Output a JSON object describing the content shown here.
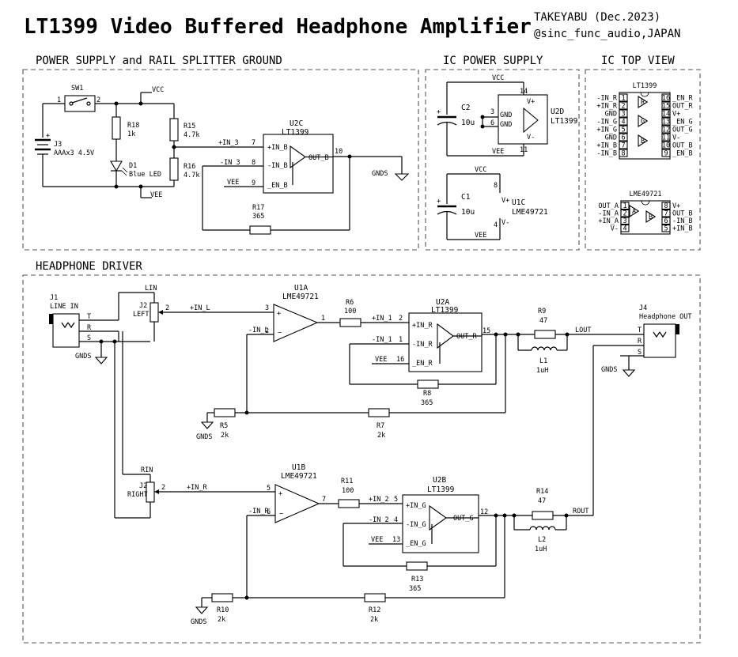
{
  "header": {
    "title": "LT1399 Video Buffered Headphone Amplifier",
    "author": "TAKEYABU  (Dec.2023)",
    "handle": "@sinc_func_audio,JAPAN"
  },
  "sections": {
    "power": "POWER SUPPLY and RAIL SPLITTER GROUND",
    "ic_power": "IC POWER SUPPLY",
    "ic_top": "IC TOP VIEW",
    "driver": "HEADPHONE DRIVER"
  },
  "nets": {
    "vcc": "VCC",
    "vee": "VEE",
    "gnds": "GNDS",
    "in_3": "+IN_3",
    "nin_3": "-IN_3",
    "vee_en": "VEE",
    "in_l": "+IN_L",
    "nin_l": "-IN_L",
    "in_r": "+IN_R",
    "nin_r": "-IN_R",
    "in_1": "+IN_1",
    "nin_1": "-IN_1",
    "in_2": "+IN_2",
    "nin_2": "-IN_2",
    "lout": "LOUT",
    "rout": "ROUT",
    "lin": "LIN",
    "rin": "RIN"
  },
  "pins": {
    "p1": "1",
    "p2": "2",
    "p3": "3",
    "p4": "4",
    "p5": "5",
    "p6": "6",
    "p7": "7",
    "p8": "8",
    "p9": "9",
    "p10": "10",
    "p11": "11",
    "p12": "12",
    "p13": "13",
    "p14": "14",
    "p15": "15",
    "p16": "16",
    "inb_p": "+IN_B",
    "inb_n": "-IN_B",
    "en_b": "_EN_B",
    "out_b": "OUT_B",
    "inr_p": "+IN_R",
    "inr_n": "-IN_R",
    "en_r": "_EN_R",
    "out_r": "OUT_R",
    "ing_p": "+IN_G",
    "ing_n": "-IN_G",
    "en_g": "_EN_G",
    "out_g": "OUT_G",
    "gnd": "GND",
    "vplus": "V+",
    "vminus": "V-",
    "plus": "+",
    "jt": "T",
    "jr": "R",
    "js": "S"
  },
  "parts": {
    "sw1": "SW1",
    "j3": "J3",
    "j3_val": "AAAx3 4.5V",
    "r18": "R18",
    "r18_val": "1k",
    "d1": "D1",
    "d1_val": "Blue LED",
    "r15": "R15",
    "r15_val": "4.7k",
    "r16": "R16",
    "r16_val": "4.7k",
    "u2c": "U2C",
    "u2c_val": "LT1399",
    "r17": "R17",
    "r17_val": "365",
    "c2": "C2",
    "c2_val": "10u",
    "u2d": "U2D",
    "u2d_val": "LT1399",
    "c1": "C1",
    "c1_val": "10u",
    "u1c": "U1C",
    "u1c_val": "LME49721",
    "j1": "J1",
    "j1_val": "LINE IN",
    "j2l": "J2",
    "j2l_val": "LEFT",
    "j2r": "J2",
    "j2r_val": "RIGHT",
    "u1a": "U1A",
    "u1a_val": "LME49721",
    "u1b": "U1B",
    "u1b_val": "LME49721",
    "r6": "R6",
    "r6_val": "100",
    "r11": "R11",
    "r11_val": "100",
    "u2a": "U2A",
    "u2a_val": "LT1399",
    "u2b": "U2B",
    "u2b_val": "LT1399",
    "r8": "R8",
    "r8_val": "365",
    "r13": "R13",
    "r13_val": "365",
    "r9": "R9",
    "r9_val": "47",
    "r14": "R14",
    "r14_val": "47",
    "l1": "L1",
    "l1_val": "1uH",
    "l2": "L2",
    "l2_val": "1uH",
    "r5": "R5",
    "r5_val": "2k",
    "r7": "R7",
    "r7_val": "2k",
    "r10": "R10",
    "r10_val": "2k",
    "r12": "R12",
    "r12_val": "2k",
    "j4": "J4",
    "j4_val": "Headphone OUT"
  },
  "top_view": {
    "lt1399": {
      "name": "LT1399",
      "left": [
        "-IN_R",
        "+IN_R",
        "GND",
        "-IN_G",
        "+IN_G",
        "GND",
        "+IN_B",
        "-IN_B"
      ],
      "right": [
        "_EN_R",
        "OUT_R",
        "V+",
        "_EN_G",
        "OUT_G",
        "V-",
        "OUT_B",
        "_EN_B"
      ],
      "left_nums": [
        "1",
        "2",
        "3",
        "4",
        "5",
        "6",
        "7",
        "8"
      ],
      "right_nums": [
        "16",
        "15",
        "14",
        "13",
        "12",
        "11",
        "10",
        "9"
      ],
      "amp_labels": [
        "R",
        "G",
        "B"
      ]
    },
    "lme49721": {
      "name": "LME49721",
      "left": [
        "OUT_A",
        "-IN_A",
        "+IN_A",
        "V-"
      ],
      "right": [
        "V+",
        "OUT_B",
        "-IN_B",
        "+IN_B"
      ],
      "left_nums": [
        "1",
        "2",
        "3",
        "4"
      ],
      "right_nums": [
        "8",
        "7",
        "6",
        "5"
      ],
      "amp_labels": [
        "A",
        "B"
      ]
    }
  }
}
